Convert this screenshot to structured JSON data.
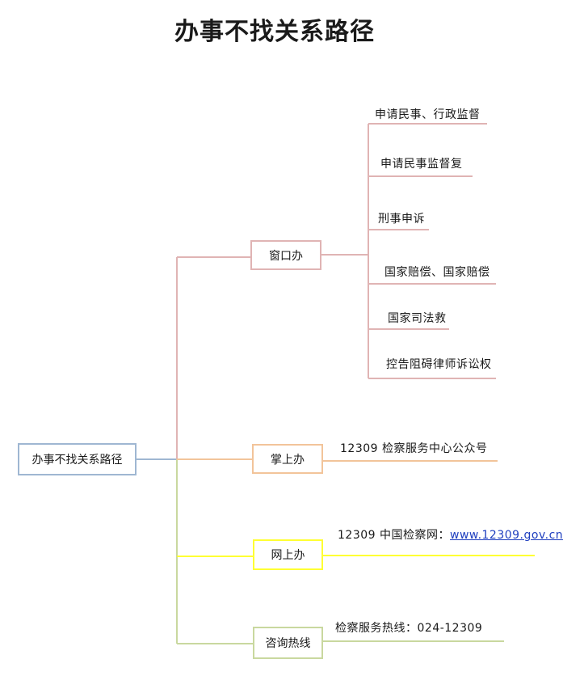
{
  "title": "办事不找关系路径",
  "root": {
    "label": "办事不找关系路径"
  },
  "branches": [
    {
      "key": "window",
      "label": "窗口办",
      "color": "#e0b4b4",
      "items": [
        "申请民事、行政监督",
        "申请民事监督复",
        "刑事申诉",
        "国家赔偿、国家赔偿",
        "国家司法救",
        "控告阻碍律师诉讼权"
      ]
    },
    {
      "key": "mobile",
      "label": "掌上办",
      "color": "#f2c49a",
      "detail": "12309 检察服务中心公众号"
    },
    {
      "key": "online",
      "label": "网上办",
      "color": "#ffff33",
      "detail_prefix": "12309 中国检察网：",
      "detail_link": "www.12309.gov.cn"
    },
    {
      "key": "hotline",
      "label": "咨询热线",
      "color": "#c9d89f",
      "detail": "检察服务热线：024-12309"
    }
  ],
  "colors": {
    "root_border": "#9fb7d2",
    "root_connector": "#9fb7d2"
  }
}
